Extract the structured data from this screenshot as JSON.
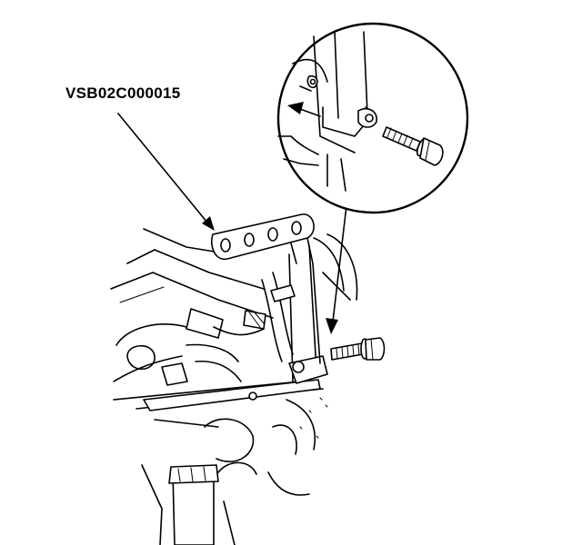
{
  "callout": {
    "part_number": "VSB02C000015"
  },
  "illustration": {
    "icons": [
      "bracket-part",
      "flange-bolt",
      "engine-mount-assembly",
      "detail-magnifier-circle",
      "removal-direction-arrow"
    ]
  }
}
